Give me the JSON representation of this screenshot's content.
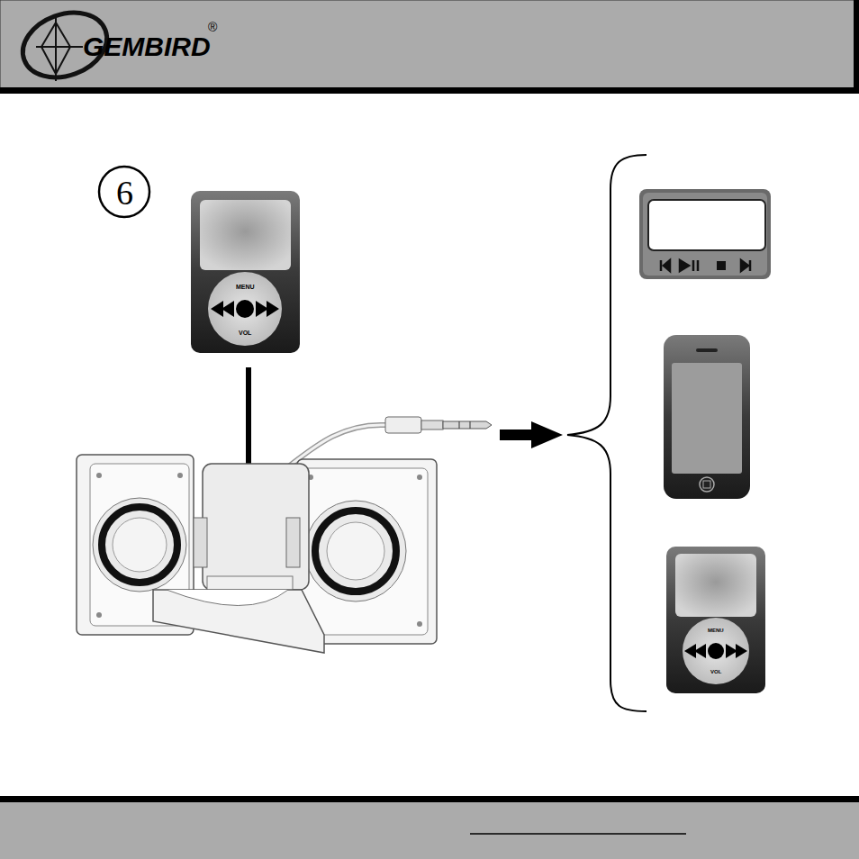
{
  "diagram": {
    "labels": [
      "GEMBIRD",
      "®",
      "6",
      "MENU",
      "VOL",
      "MENU",
      "VOL"
    ]
  }
}
